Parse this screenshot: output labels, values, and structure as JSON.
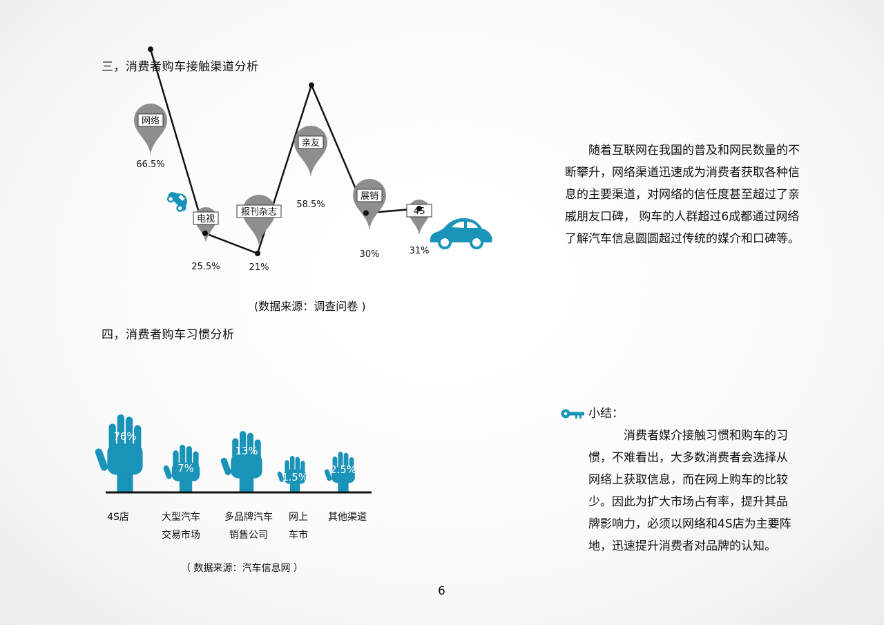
{
  "section3": {
    "heading": "三，消费者购车接触渠道分析",
    "source": "(数据来源：调查问卷 )",
    "paragraph": "随着互联网在我国的普及和网民数量的不断攀升，网络渠道迅速成为消费者获取各种信息的主要渠道，对网络的信任度甚至超过了亲戚朋友口碑， 购车的人群超过6成都通过网络了解汽车信息圆圆超过传统的媒介和口碑等。"
  },
  "section4": {
    "heading": "四，消费者购车习惯分析",
    "source": "（ 数据来源：汽车信息网 ）",
    "summary_title": "小结：",
    "summary_text": "消费者媒介接触习惯和购车的习惯，不难看出，大多数消费者会选择从网络上获取信息，而在网上购车的比较 少。因此为扩大市场占有率，提升其品牌影响力，必须以网络和4S店为主要阵地，迅速提升消费者对品牌的认知。"
  },
  "page_number": "6",
  "colors": {
    "accent": "#1a93b8",
    "pin": "#8e8e8e",
    "line": "#111111"
  },
  "icons": {
    "car": "car-icon",
    "key": "key-icon",
    "hand": "hand-icon",
    "pin": "map-pin-icon"
  },
  "chart_data": [
    {
      "type": "line",
      "categories": [
        "网络",
        "电视",
        "报刊杂志",
        "亲友",
        "展销",
        "4S"
      ],
      "values": [
        66.5,
        25.5,
        21,
        58.5,
        30,
        31
      ],
      "value_labels": [
        "66.5%",
        "25.5%",
        "21%",
        "58.5%",
        "30%",
        "31%"
      ],
      "title": "",
      "xlabel": "",
      "ylabel": "",
      "ylim": [
        0,
        100
      ],
      "grid": false,
      "legend": "none"
    },
    {
      "type": "bar",
      "categories": [
        "4S店",
        "大型汽车交易市场",
        "多品牌汽车销售公司",
        "网上车市",
        "其他渠道"
      ],
      "category_lines": [
        [
          "4S店"
        ],
        [
          "大型汽车",
          "交易市场"
        ],
        [
          "多品牌汽车",
          "销售公司"
        ],
        [
          "网上",
          "车市"
        ],
        [
          "其他渠道"
        ]
      ],
      "values": [
        76,
        7,
        13,
        1.5,
        2.5
      ],
      "value_labels": [
        "76%",
        "7%",
        "13%",
        "1.5%",
        "2.5%"
      ],
      "title": "",
      "xlabel": "",
      "ylabel": "",
      "ylim": [
        0,
        100
      ],
      "grid": false,
      "legend": "none"
    }
  ]
}
